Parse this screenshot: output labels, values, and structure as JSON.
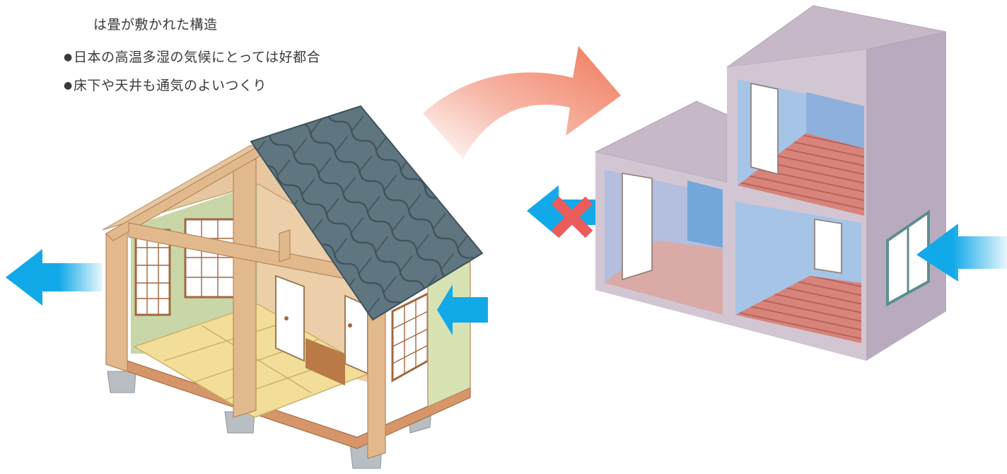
{
  "notes": {
    "continuation": "は畳が敷かれた構造",
    "bullets": [
      "日本の高温多湿の気候にとっては好都合",
      "床下や天井も通気のよいつくり"
    ],
    "bullet_glyph": "●"
  },
  "colors": {
    "airflow_arrow": "#12a9e8",
    "transition_arrow": "#f07a5c",
    "blocked_mark": "#ec5c5c",
    "roof_tile": "#5f7580",
    "timber": "#e2b98d",
    "tatami": "#f2de98",
    "modern_wall": "#cbbcc9",
    "modern_room": "#a6c4e6",
    "modern_floor": "#d8847a"
  },
  "illustration": {
    "left_house": "traditional-japanese-house",
    "right_house": "modern-airtight-house",
    "left_airflow": "passes-through",
    "right_airflow": "blocked"
  }
}
